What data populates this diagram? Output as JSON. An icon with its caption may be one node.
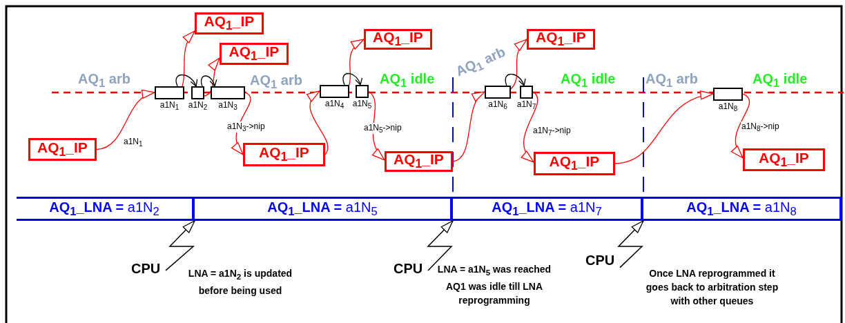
{
  "diagram": {
    "nodes": [
      {
        "text": [
          "AQ$_{1}$_IP"
        ]
      },
      {
        "text": [
          "AQ$_{1}$_IP"
        ]
      },
      {
        "text": [
          "AQ$_{1}$_IP"
        ]
      },
      {
        "text": [
          "AQ$_{1}$_IP"
        ]
      },
      {
        "text": [
          "a1N$_{1}$"
        ]
      },
      {
        "text": [
          "a1N$_{2}$"
        ]
      },
      {
        "text": [
          "a1N$_{3}$"
        ]
      },
      {
        "text": [
          "a1N$_{4}$"
        ]
      },
      {
        "text": [
          "a1N$_{5}$"
        ]
      },
      {
        "text": [
          "a1N$_{6}$"
        ]
      },
      {
        "text": [
          "a1N$_{7}$"
        ]
      },
      {
        "text": [
          "a1N$_{8}$"
        ]
      },
      {
        "text": [
          "AQ$_{1}$_IP"
        ]
      },
      {
        "text": [
          "AQ$_{1}$_IP"
        ]
      },
      {
        "text": [
          "AQ$_{1}$_IP"
        ]
      },
      {
        "text": [
          "AQ$_{1}$_IP"
        ]
      },
      {
        "text": [
          "AQ$_{1}$_IP"
        ]
      },
      {
        "text": [
          "**AQ$_{1}$_LNA =** a1N$_{2}$"
        ]
      },
      {
        "text": [
          "**AQ$_{1}$_LNA =** a1N$_{5}$"
        ]
      },
      {
        "text": [
          "**AQ$_{1}$_LNA =** a1N$_{7}$"
        ]
      },
      {
        "text": [
          "**AQ$_{1}$_LNA =** a1N$_{8}$"
        ]
      },
      {
        "text": [
          "CPU"
        ]
      },
      {
        "text": [
          "CPU"
        ]
      },
      {
        "text": [
          "CPU"
        ]
      }
    ],
    "edges": [
      {
        "from": 12,
        "to": 4,
        "arrow": "to",
        "label": "a1N$_{1}$"
      },
      {
        "from": 4,
        "to": 0,
        "arrow": "to"
      },
      {
        "from": 5,
        "to": 1,
        "arrow": "to"
      },
      {
        "from": 6,
        "to": 13,
        "arrow": "to",
        "label": "a1N$_{3}$->nip"
      },
      {
        "from": 13,
        "to": 7,
        "arrow": "to"
      },
      {
        "from": 7,
        "to": 2,
        "arrow": "to"
      },
      {
        "from": 8,
        "to": 14,
        "arrow": "to",
        "label": "a1N$_{5}$->nip"
      },
      {
        "from": 14,
        "to": 9,
        "arrow": "to"
      },
      {
        "from": 9,
        "to": 3,
        "arrow": "to"
      },
      {
        "from": 10,
        "to": 15,
        "arrow": "to",
        "label": "a1N$_{7}$->nip"
      },
      {
        "from": 15,
        "to": 11,
        "arrow": "to"
      },
      {
        "from": 11,
        "to": 16,
        "arrow": "to",
        "label": "a1N$_{8}$->nip"
      },
      {
        "from": 4,
        "to": 5,
        "arrow": "to",
        "color": "#000000"
      },
      {
        "from": 5,
        "to": 6,
        "arrow": "to",
        "color": "#000000"
      },
      {
        "from": 7,
        "to": 8,
        "arrow": "to",
        "color": "#000000"
      },
      {
        "from": 9,
        "to": 10,
        "arrow": "to",
        "color": "#000000"
      },
      {
        "from": 21,
        "to": 17,
        "arrow": "to",
        "color": "#000000"
      },
      {
        "from": 22,
        "to": 18,
        "arrow": "to",
        "color": "#000000"
      },
      {
        "from": 23,
        "to": 19,
        "arrow": "to",
        "color": "#000000"
      }
    ],
    "labels": [
      "AQ$_{1}$ arb",
      "AQ$_{1}$ arb",
      "AQ$_{1}$ idle",
      "AQ$_{1}$ arb",
      "AQ$_{1}$ idle",
      "AQ$_{1}$ arb",
      "AQ$_{1}$ idle",
      "LNA = a1N$_{2}$ is updated before being used",
      "LNA = a1N$_{5}$ was reached AQ1 was idle till LNA reprogramming",
      "Once LNA reprogrammed it goes back to arbitration step with other queues"
    ]
  }
}
